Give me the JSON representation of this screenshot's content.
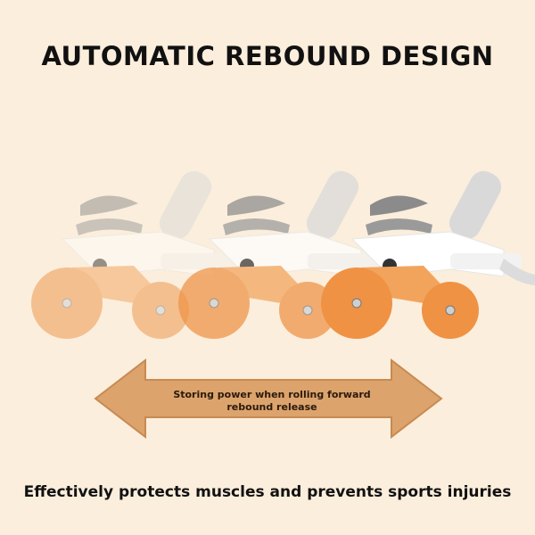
{
  "heading": "AUTOMATIC REBOUND DESIGN",
  "arrow": {
    "line1": "Storing power when rolling forward",
    "line2": "rebound release"
  },
  "footer": "Effectively protects muscles and prevents sports injuries",
  "colors": {
    "background": "#fbeedc",
    "wheel": "#ef9244",
    "arrow": "#dca36c",
    "frame": "#ffffff"
  },
  "icons": [
    "ab-roller-icon",
    "double-arrow-icon"
  ]
}
